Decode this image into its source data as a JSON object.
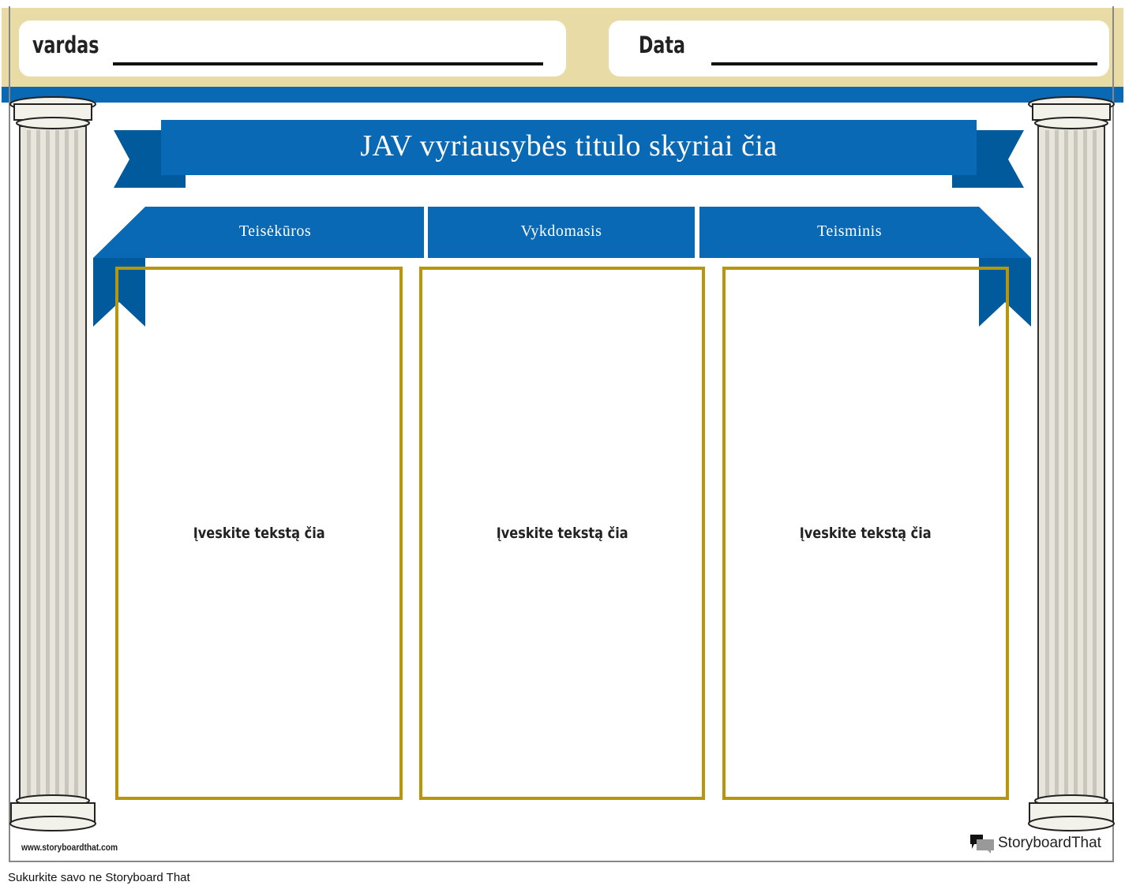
{
  "header": {
    "name_label": "vardas",
    "date_label": "Data"
  },
  "title": "JAV vyriausybės titulo skyriai čia",
  "columns": [
    {
      "heading": "Teisėkūros",
      "placeholder": "Įveskite tekstą čia"
    },
    {
      "heading": "Vykdomasis",
      "placeholder": "Įveskite tekstą čia"
    },
    {
      "heading": "Teisminis",
      "placeholder": "Įveskite tekstą čia"
    }
  ],
  "footer": {
    "website": "www.storyboardthat.com",
    "logo_text": "StoryboardThat",
    "caption": "Sukurkite savo ne Storyboard That"
  },
  "colors": {
    "blue": "#0a69b5",
    "dark_blue": "#005a9c",
    "gold": "#b8960c",
    "tan": "#e8dba6"
  }
}
